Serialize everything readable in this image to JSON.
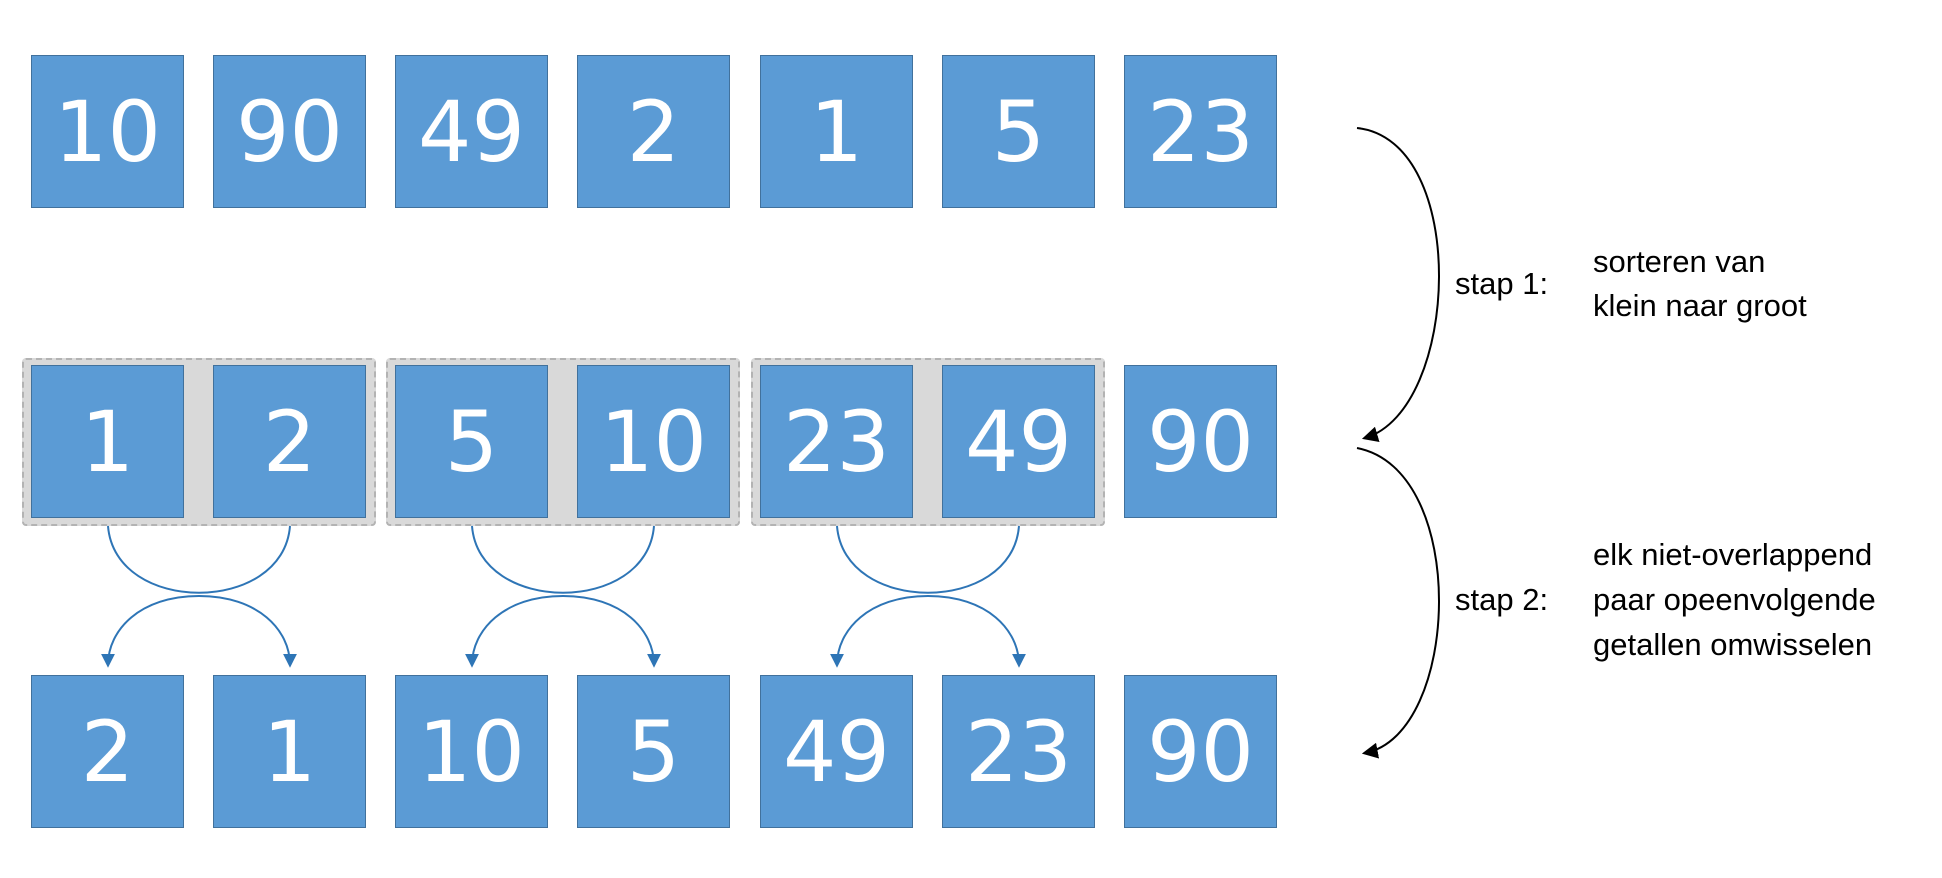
{
  "rows": {
    "original": [
      "10",
      "90",
      "49",
      "2",
      "1",
      "5",
      "23"
    ],
    "sorted": [
      "1",
      "2",
      "5",
      "10",
      "23",
      "49",
      "90"
    ],
    "swapped": [
      "2",
      "1",
      "10",
      "5",
      "49",
      "23",
      "90"
    ]
  },
  "steps": [
    {
      "label": "stap 1:",
      "description": [
        "sorteren van",
        "klein naar groot"
      ]
    },
    {
      "label": "stap 2:",
      "description": [
        "elk niet-overlappend",
        "paar opeenvolgende",
        "getallen omwisselen"
      ]
    }
  ],
  "colors": {
    "box_fill": "#5b9bd5",
    "box_border": "#41719c",
    "box_text": "#ffffff",
    "pair_group": "#d9d9d9",
    "swap_arrow": "#2e75b6",
    "step_arrow": "#000000"
  }
}
